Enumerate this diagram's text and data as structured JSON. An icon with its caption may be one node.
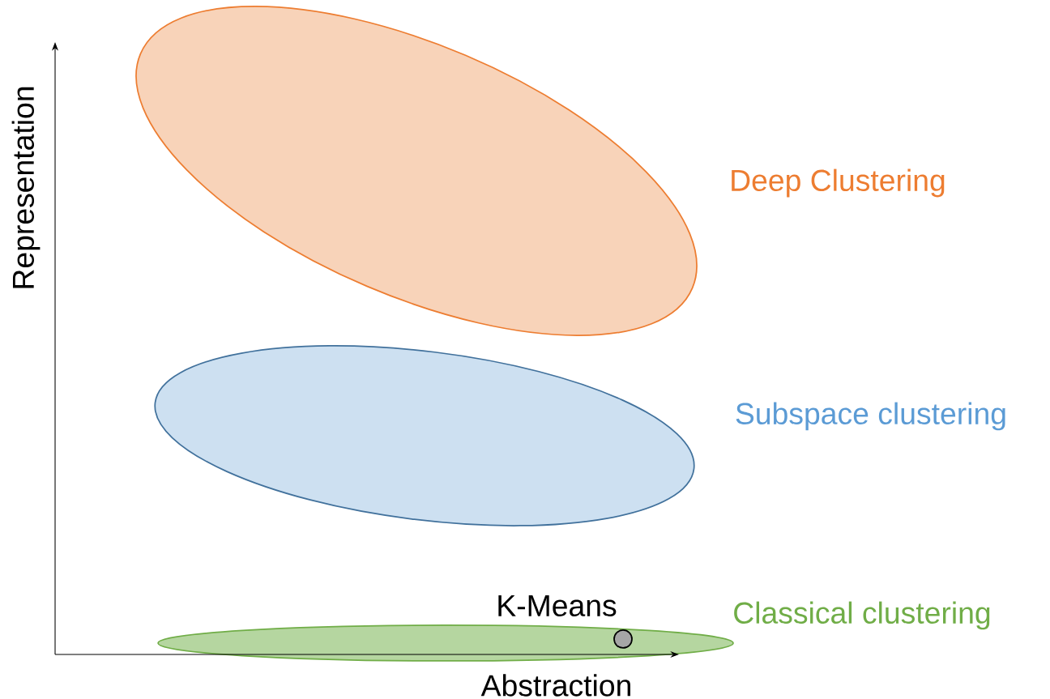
{
  "diagram": {
    "nodes": [
      {
        "text": [
          "Deep Clustering"
        ]
      },
      {
        "text": [
          "Subspace clustering"
        ]
      },
      {
        "text": [
          "Classical clustering"
        ]
      },
      {
        "text": [
          "K-Means"
        ],
        "in": 2
      }
    ],
    "labels": [
      "Representation",
      "Abstraction"
    ]
  }
}
